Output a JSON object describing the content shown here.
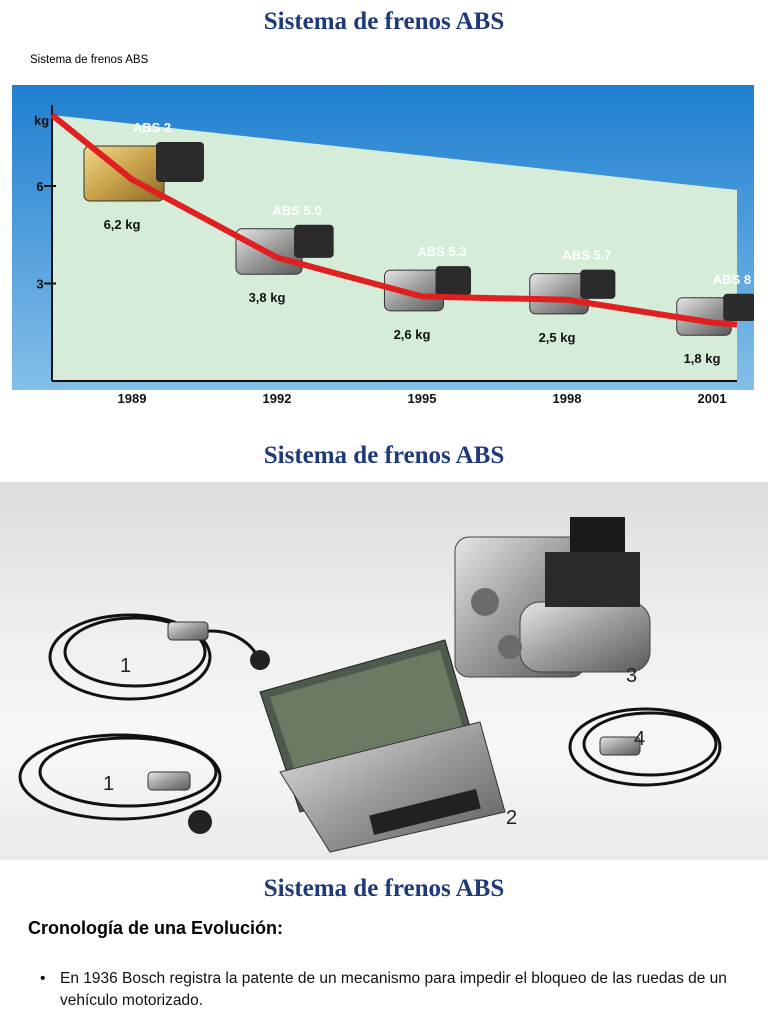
{
  "slides": [
    {
      "title": "Sistema de frenos ABS",
      "caption": "Sistema de frenos ABS"
    },
    {
      "title": "Sistema de frenos ABS"
    },
    {
      "title": "Sistema de frenos ABS",
      "subheading": "Cronología de una Evolución:",
      "bullets": [
        "En 1936 Bosch registra la patente de un mecanismo para impedir el bloqueo de las ruedas de un vehículo motorizado."
      ]
    }
  ],
  "chart_data": {
    "type": "line",
    "ylabel": "kg",
    "ylim": [
      0,
      8
    ],
    "yticks": [
      3,
      6
    ],
    "x_labels": [
      "1989",
      "1992",
      "1995",
      "1998",
      "2001"
    ],
    "models": [
      "ABS 2",
      "ABS 5.0",
      "ABS 5.3",
      "ABS 5.7",
      "ABS 8"
    ],
    "weights": [
      6.2,
      3.8,
      2.6,
      2.5,
      1.8
    ],
    "weight_labels": [
      "6,2 kg",
      "3,8 kg",
      "2,6 kg",
      "2,5 kg",
      "1,8 kg"
    ],
    "colors": {
      "line": "#e02020",
      "sky": "#2e8fd8",
      "ground": "#d5ecd9"
    }
  },
  "photo": {
    "labels": [
      "1",
      "1",
      "2",
      "3",
      "4"
    ]
  }
}
